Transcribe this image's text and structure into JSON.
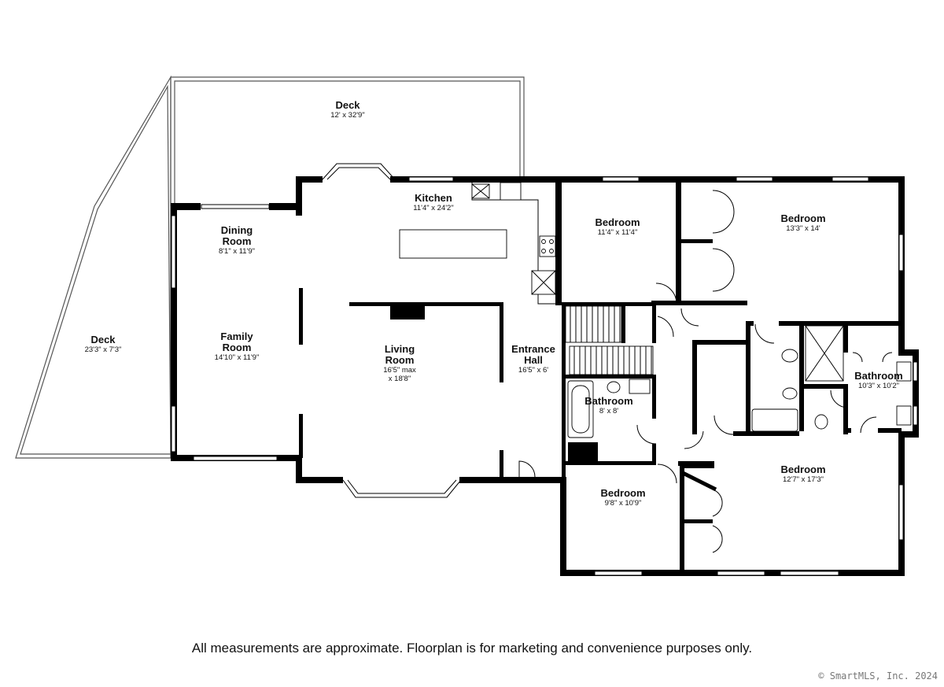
{
  "rooms": [
    {
      "name": "Deck",
      "dims": "12' x 32'9\""
    },
    {
      "name": "Deck",
      "dims": "23'3\" x 7'3\""
    },
    {
      "name": "Kitchen",
      "dims": "11'4\" x 24'2\""
    },
    {
      "name": "Dining Room",
      "dims": "8'1\" x 11'9\""
    },
    {
      "name": "Family Room",
      "dims": "14'10\" x 11'9\""
    },
    {
      "name": "Living Room",
      "dims": "16'5\" max x 18'8\""
    },
    {
      "name": "Entrance Hall",
      "dims": "16'5\" x 6'"
    },
    {
      "name": "Bedroom",
      "dims": "11'4\" x 11'4\""
    },
    {
      "name": "Bedroom",
      "dims": "13'3\" x 14'"
    },
    {
      "name": "Bathroom",
      "dims": "8' x 8'"
    },
    {
      "name": "Bathroom",
      "dims": "10'3\" x 10'2\""
    },
    {
      "name": "Bedroom",
      "dims": "9'8\" x 10'9\""
    },
    {
      "name": "Bedroom",
      "dims": "12'7\" x 17'3\""
    }
  ],
  "disclaimer": "All measurements are approximate. Floorplan is for marketing and convenience purposes only.",
  "copyright": "© SmartMLS, Inc.  2024"
}
